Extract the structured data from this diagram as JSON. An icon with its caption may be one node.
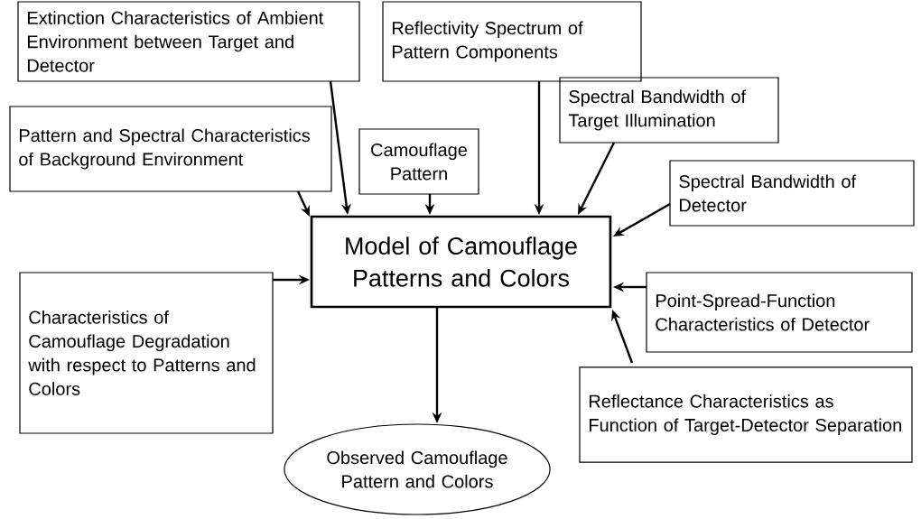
{
  "diagram": {
    "nodes": [
      {
        "text": [
          "Extinction Characteristics of Ambient Environment between Target and Detector"
        ]
      },
      {
        "text": [
          "Reflectivity Spectrum of Pattern Components"
        ]
      },
      {
        "text": [
          "Spectral Bandwidth of Target Illumination"
        ]
      },
      {
        "text": [
          "Camouflage Pattern"
        ]
      },
      {
        "text": [
          "Pattern and Spectral Characteristics of Background Environment"
        ]
      },
      {
        "text": [
          "Spectral Bandwidth of Detector"
        ]
      },
      {
        "text": [
          "Model of Camouflage Patterns and Colors"
        ]
      },
      {
        "text": [
          "Characteristics of Camouflage Degradation with respect to Patterns and Colors"
        ]
      },
      {
        "text": [
          "Point-Spread-Function Characteristics of Detector"
        ]
      },
      {
        "text": [
          "Reflectance Characteristics as Function of Target-Detector Separation"
        ]
      },
      {
        "text": [
          "Observed Camouflage Pattern and Colors"
        ]
      }
    ],
    "edges": [
      {
        "from": 0,
        "to": 6,
        "arrow": "to"
      },
      {
        "from": 1,
        "to": 6,
        "arrow": "to"
      },
      {
        "from": 2,
        "to": 6,
        "arrow": "to"
      },
      {
        "from": 3,
        "to": 6,
        "arrow": "to"
      },
      {
        "from": 4,
        "to": 6,
        "arrow": "to"
      },
      {
        "from": 5,
        "to": 6,
        "arrow": "to"
      },
      {
        "from": 7,
        "to": 6,
        "arrow": "to"
      },
      {
        "from": 8,
        "to": 6,
        "arrow": "to"
      },
      {
        "from": 9,
        "to": 6,
        "arrow": "to"
      },
      {
        "from": 6,
        "to": 10,
        "arrow": "to"
      }
    ]
  }
}
